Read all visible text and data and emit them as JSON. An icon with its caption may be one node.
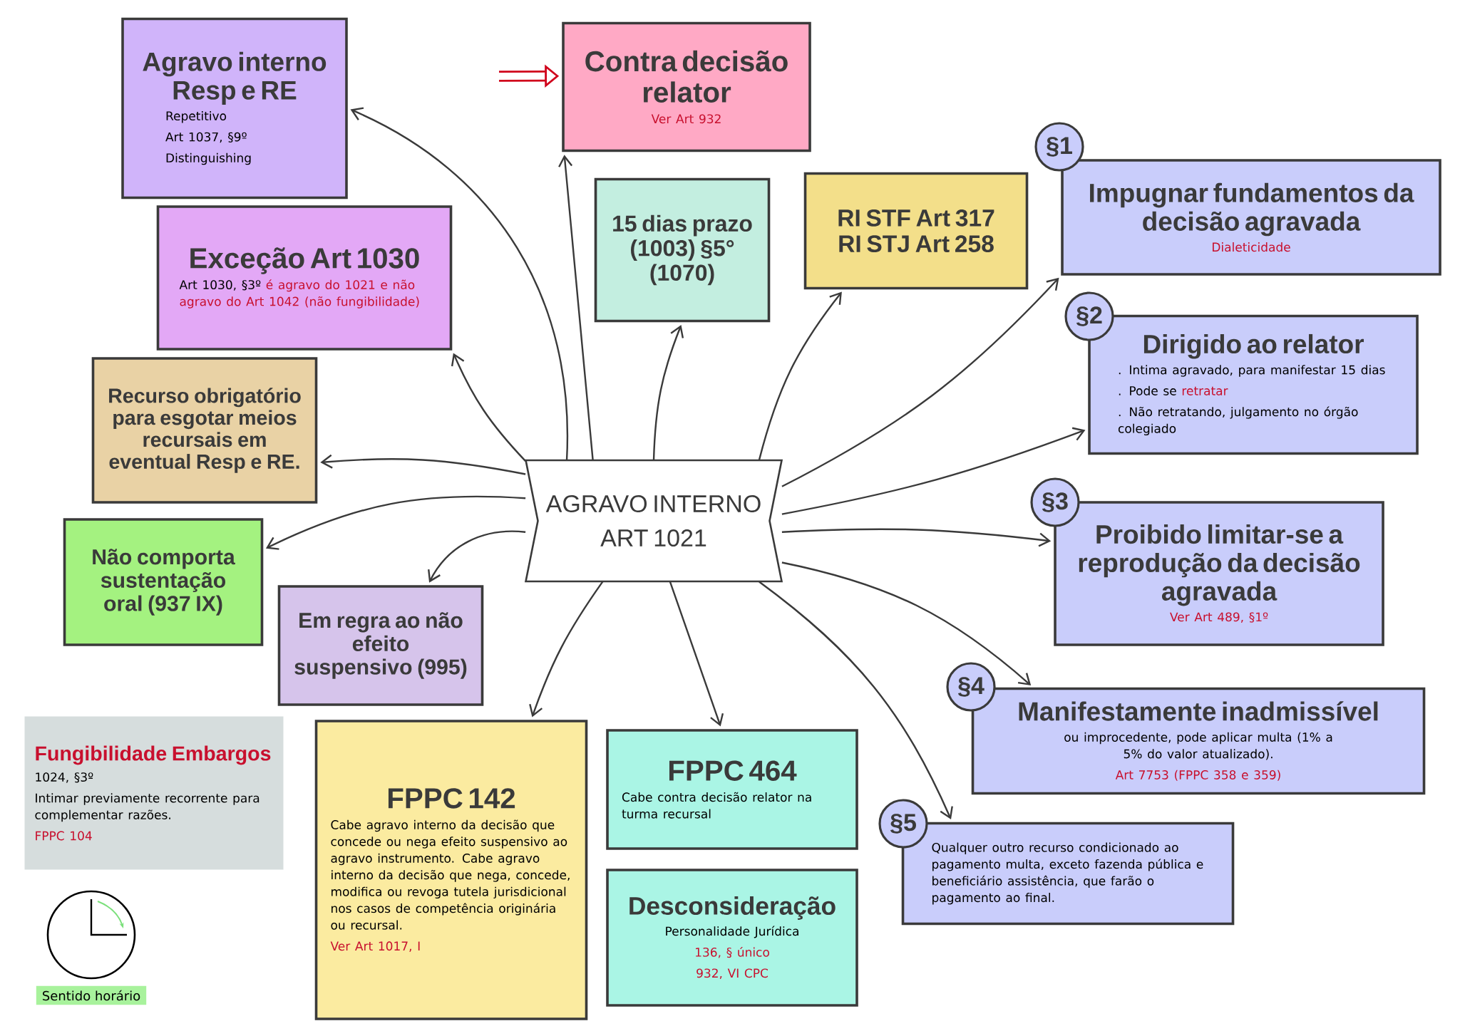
{
  "diagram": {
    "nodes": [
      {
        "text": [
          "AGRAVO INTERNO ART 1021"
        ]
      },
      {
        "text": [
          "Agravo interno Resp e RE",
          "Repetitivo",
          "Art 1037, §9º",
          "Distinguishing"
        ]
      },
      {
        "text": [
          "Contra decisão relator",
          "Ver Art 932"
        ]
      },
      {
        "text": [
          "15 dias prazo (1003) §5° (1070)"
        ]
      },
      {
        "text": [
          "RI STF Art 317 RI STJ Art 258"
        ]
      },
      {
        "text": [
          "Impugnar fundamentos da decisão agravada",
          "Dialeticidade"
        ]
      },
      {
        "text": [
          "Dirigido ao relator",
          ". Intima agravado, para manifestar 15 dias",
          ". Pode se",
          "retratar",
          ". Não retratando, julgamento no órgão colegiado"
        ]
      },
      {
        "text": [
          "Proibido limitar-se a reprodução da decisão agravada",
          "Ver Art 489, §1º"
        ]
      },
      {
        "text": [
          "Manifestamente inadmissível",
          "ou improcedente, pode aplicar multa (1% a 5% do valor atualizado).",
          "Art 7753 (FPPC 358 e 359)"
        ]
      },
      {
        "text": [
          "Qualquer outro recurso condicionado ao pagamento multa, exceto fazenda pública e beneficiário assistência, que farão o pagamento ao final."
        ]
      },
      {
        "text": [
          "Desconsideração",
          "Personalidade Jurídica",
          "136, § único",
          "932, VI CPC"
        ]
      },
      {
        "text": [
          "FPPC 464",
          "Cabe contra decisão relator na turma recursal"
        ]
      },
      {
        "text": [
          "FPPC 142",
          "Cabe agravo interno da decisão que concede ou nega efeito suspensivo ao agravo instrumento. Cabe agravo interno da decisão que nega, concede, modifica ou revoga tutela jurisdicional nos casos de competência originária ou recursal.",
          "Ver Art 1017, I"
        ]
      },
      {
        "text": [
          "Em regra ao não efeito suspensivo (995)"
        ]
      },
      {
        "text": [
          "Não comporta sustentação oral (937 IX)"
        ]
      },
      {
        "text": [
          "Recurso obrigatório para esgotar meios recursais em eventual Resp e RE."
        ]
      },
      {
        "text": [
          "Exceção Art 1030",
          "Art 1030, §3º",
          "é agravo do 1021 e não agravo do Art 1042 (não fungibilidade)"
        ]
      },
      {
        "text": [
          "Fungibilidade Embargos",
          "1024, §3º",
          "Intimar previamente recorrente para complementar razões.",
          "FPPC 104"
        ]
      },
      {
        "text": [
          "§1"
        ]
      },
      {
        "text": [
          "§2"
        ]
      },
      {
        "text": [
          "§3"
        ]
      },
      {
        "text": [
          "§4"
        ]
      },
      {
        "text": [
          "§5"
        ]
      }
    ],
    "edges": [
      {
        "from": 0,
        "to": 1,
        "arrow": "to"
      },
      {
        "from": 0,
        "to": 2,
        "arrow": "to"
      },
      {
        "from": 0,
        "to": 3,
        "arrow": "to"
      },
      {
        "from": 0,
        "to": 4,
        "arrow": "to"
      },
      {
        "from": 0,
        "to": 5,
        "arrow": "to"
      },
      {
        "from": 0,
        "to": 6,
        "arrow": "to"
      },
      {
        "from": 0,
        "to": 7,
        "arrow": "to"
      },
      {
        "from": 0,
        "to": 8,
        "arrow": "to"
      },
      {
        "from": 0,
        "to": 9,
        "arrow": "to"
      },
      {
        "from": 0,
        "to": 11,
        "arrow": "to"
      },
      {
        "from": 0,
        "to": 12,
        "arrow": "to"
      },
      {
        "from": 0,
        "to": 13,
        "arrow": "to"
      },
      {
        "from": 0,
        "to": 14,
        "arrow": "to"
      },
      {
        "from": 0,
        "to": 15,
        "arrow": "to"
      },
      {
        "from": 0,
        "to": 16,
        "arrow": "to"
      },
      {
        "from": null,
        "to": 2,
        "arrow": "to",
        "style": "thick",
        "color": "#d0021b"
      }
    ],
    "labels": [
      "Sentido horário"
    ]
  }
}
